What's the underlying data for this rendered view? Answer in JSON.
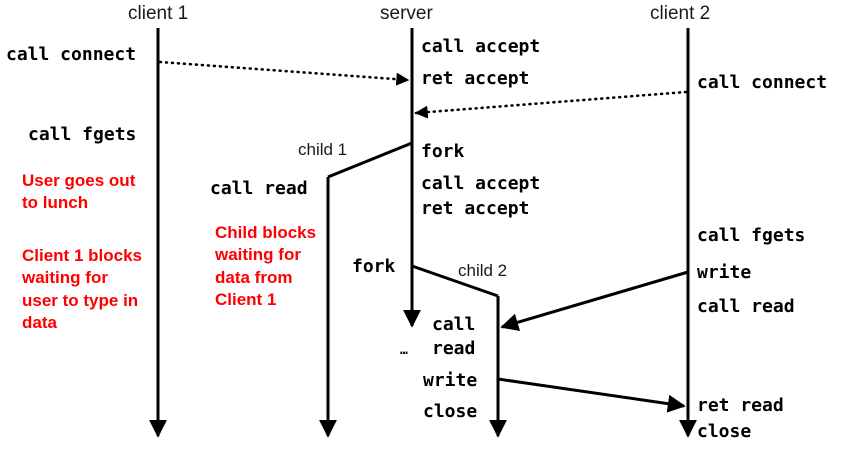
{
  "diagram": {
    "title": "Concurrent server sequence diagram: client 1, server, client 2",
    "background_color": "#ffffff",
    "line_color": "#000000",
    "note_color": "#ff0000",
    "columns": [
      {
        "id": "client1",
        "label": "client 1"
      },
      {
        "id": "server",
        "label": "server"
      },
      {
        "id": "client2",
        "label": "client 2"
      }
    ],
    "branches": [
      {
        "id": "child1",
        "label": "child 1"
      },
      {
        "id": "child2",
        "label": "child 2"
      }
    ],
    "ellipsis": "…",
    "client1_calls": [
      {
        "text": "call connect"
      },
      {
        "text": "call fgets"
      }
    ],
    "child1_calls": [
      {
        "text": "call read"
      }
    ],
    "server_calls": [
      {
        "text": "call accept"
      },
      {
        "text": "ret accept"
      },
      {
        "text": "fork"
      },
      {
        "text": "call accept"
      },
      {
        "text": "ret accept"
      },
      {
        "text": "fork"
      }
    ],
    "child2_calls": [
      {
        "text": "call"
      },
      {
        "text": "read"
      },
      {
        "text": "write"
      },
      {
        "text": "close"
      }
    ],
    "client2_calls": [
      {
        "text": "call connect"
      },
      {
        "text": "call fgets"
      },
      {
        "text": "write"
      },
      {
        "text": "call read"
      },
      {
        "text": "ret read"
      },
      {
        "text": "close"
      }
    ],
    "notes": [
      {
        "id": "user-lunch",
        "text": "User goes out\nto lunch"
      },
      {
        "id": "client1-blocks",
        "text": "Client 1 blocks\nwaiting for\nuser to type in\ndata"
      },
      {
        "id": "child-blocks",
        "text": "Child blocks\nwaiting for\ndata from\nClient 1"
      }
    ]
  }
}
